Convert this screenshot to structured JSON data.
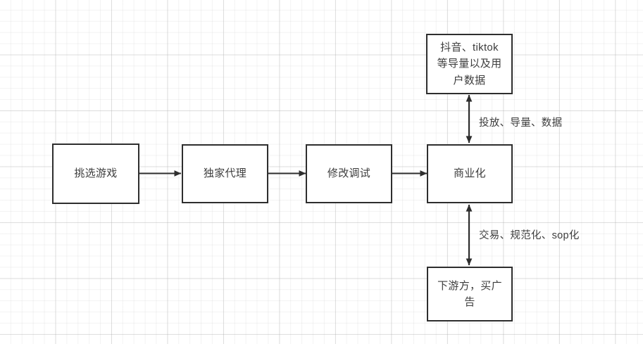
{
  "diagram": {
    "title": "game publishing flow diagram",
    "background": "grid",
    "colors": {
      "box_border": "#2e2e2e",
      "box_fill": "#ffffff",
      "text": "#3d3d3d",
      "connector": "#2e2e2e",
      "grid_line": "#aaaaaa"
    },
    "nodes": [
      {
        "id": "pick-game",
        "label": "挑选游戏"
      },
      {
        "id": "exclusive-agent",
        "label": "独家代理"
      },
      {
        "id": "modify-debug",
        "label": "修改调试"
      },
      {
        "id": "commercialize",
        "label": "商业化"
      },
      {
        "id": "traffic-source",
        "label": "抖音、tiktok\n等导量以及用\n户数据"
      },
      {
        "id": "downstream",
        "label": "下游方，买广\n告"
      }
    ],
    "edge_labels": {
      "upper": "投放、导量、数据",
      "lower": "交易、规范化、sop化"
    }
  }
}
